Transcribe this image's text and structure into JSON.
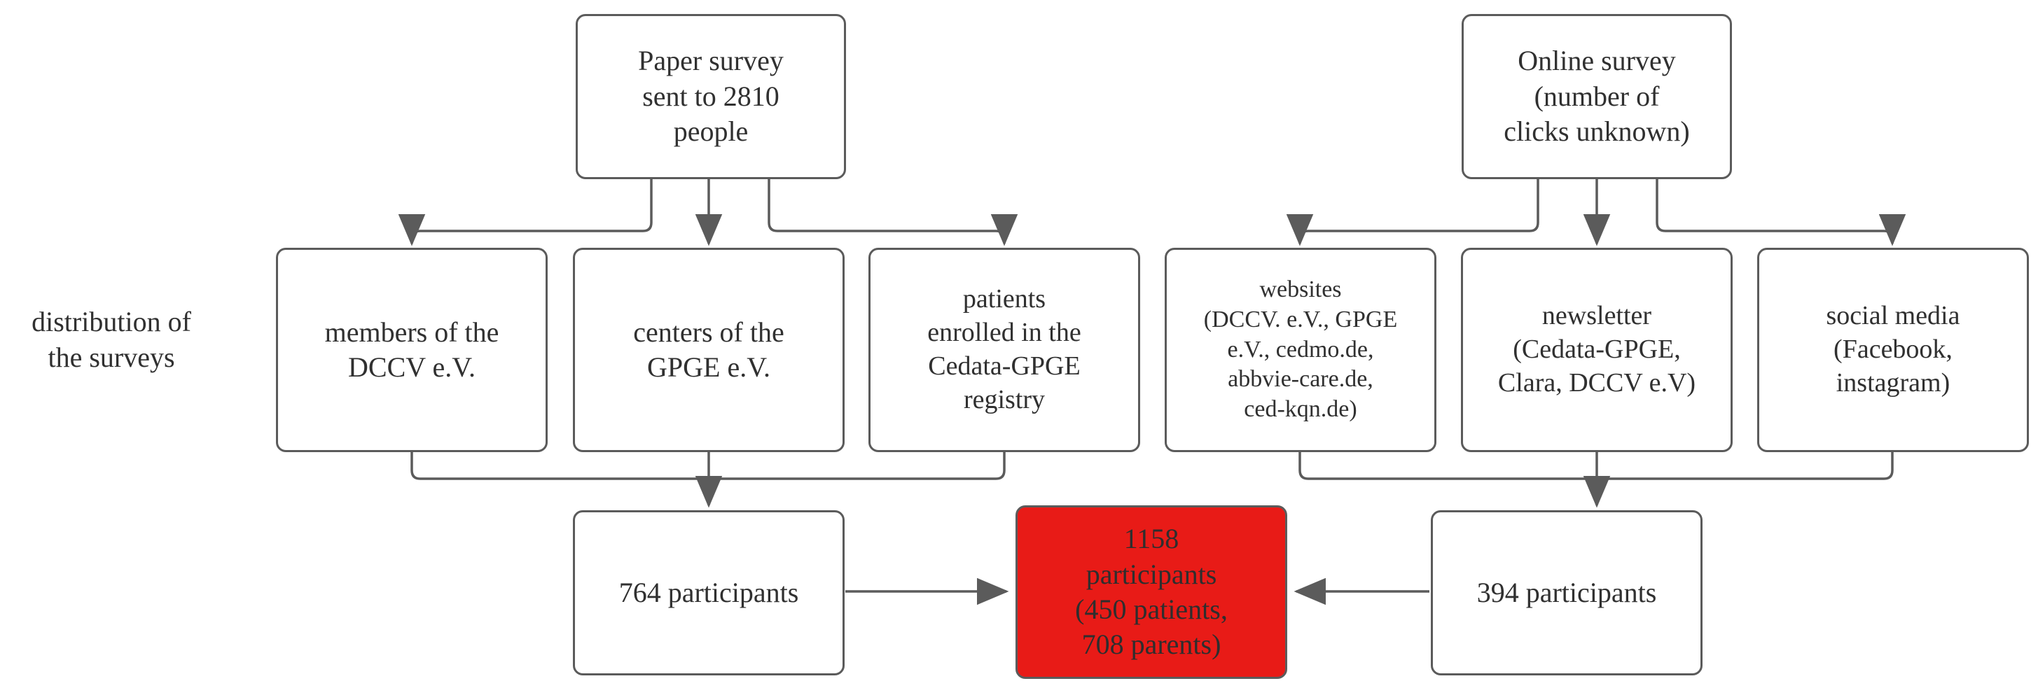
{
  "diagram": {
    "title": "survey distribution flowchart",
    "side_label": "distribution of\nthe surveys",
    "accent_color": "#e81b17",
    "line_color": "#5b5b5b",
    "text_color": "#303030",
    "nodes": {
      "paper_survey": "Paper survey\nsent to 2810\npeople",
      "online_survey": "Online survey\n(number of\nclicks unknown)",
      "members_dccv": "members of the\nDCCV e.V.",
      "centers_gpge": "centers of the\nGPGE e.V.",
      "cedata_registry": "patients\nenrolled in the\nCedata-GPGE\nregistry",
      "websites": "websites\n(DCCV. e.V., GPGE\ne.V., cedmo.de,\nabbvie-care.de,\nced-kqn.de)",
      "newsletter": "newsletter\n(Cedata-GPGE,\nClara, DCCV e.V)",
      "social_media": "social media\n(Facebook,\ninstagram)",
      "paper_participants": "764 participants",
      "online_participants": "394 participants",
      "total_participants": "1158\nparticipants\n(450 patients,\n708 parents)"
    }
  }
}
